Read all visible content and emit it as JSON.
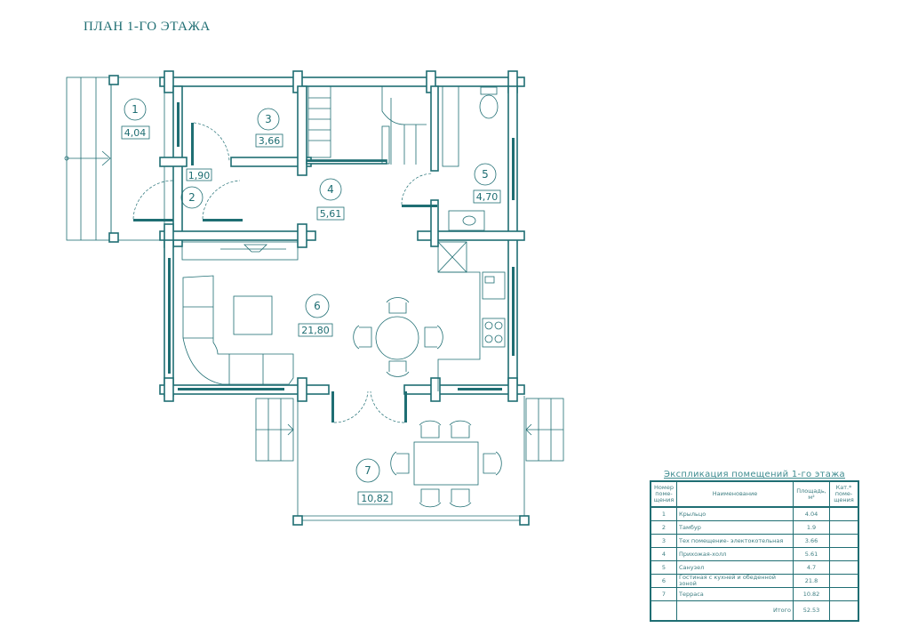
{
  "title": "ПЛАН 1-ГО ЭТАЖА",
  "rooms": [
    {
      "num": "1",
      "area": "4,04"
    },
    {
      "num": "2",
      "area": "1,90"
    },
    {
      "num": "3",
      "area": "3,66"
    },
    {
      "num": "4",
      "area": "5,61"
    },
    {
      "num": "5",
      "area": "4,70"
    },
    {
      "num": "6",
      "area": "21,80"
    },
    {
      "num": "7",
      "area": "10,82"
    }
  ],
  "explication": {
    "title": "Экспликация помещений 1-го этажа",
    "headers": [
      "Номер поме-щения",
      "Наименование",
      "Площадь, м²",
      "Кат.* поме-щения"
    ],
    "rows": [
      {
        "num": "1",
        "name": "Крыльцо",
        "area": "4.04",
        "cat": ""
      },
      {
        "num": "2",
        "name": "Тамбур",
        "area": "1.9",
        "cat": ""
      },
      {
        "num": "3",
        "name": "Тех помещение- электокотельная",
        "area": "3.66",
        "cat": ""
      },
      {
        "num": "4",
        "name": "Прихожая-холл",
        "area": "5.61",
        "cat": ""
      },
      {
        "num": "5",
        "name": "Санузел",
        "area": "4.7",
        "cat": ""
      },
      {
        "num": "6",
        "name": "Гостиная с кухней и обеденной зоной",
        "area": "21.8",
        "cat": ""
      },
      {
        "num": "7",
        "name": "Терраса",
        "area": "10.82",
        "cat": ""
      }
    ],
    "total_label": "Итого",
    "total_value": "52.53"
  },
  "colors": {
    "line": "#1f6e73"
  }
}
